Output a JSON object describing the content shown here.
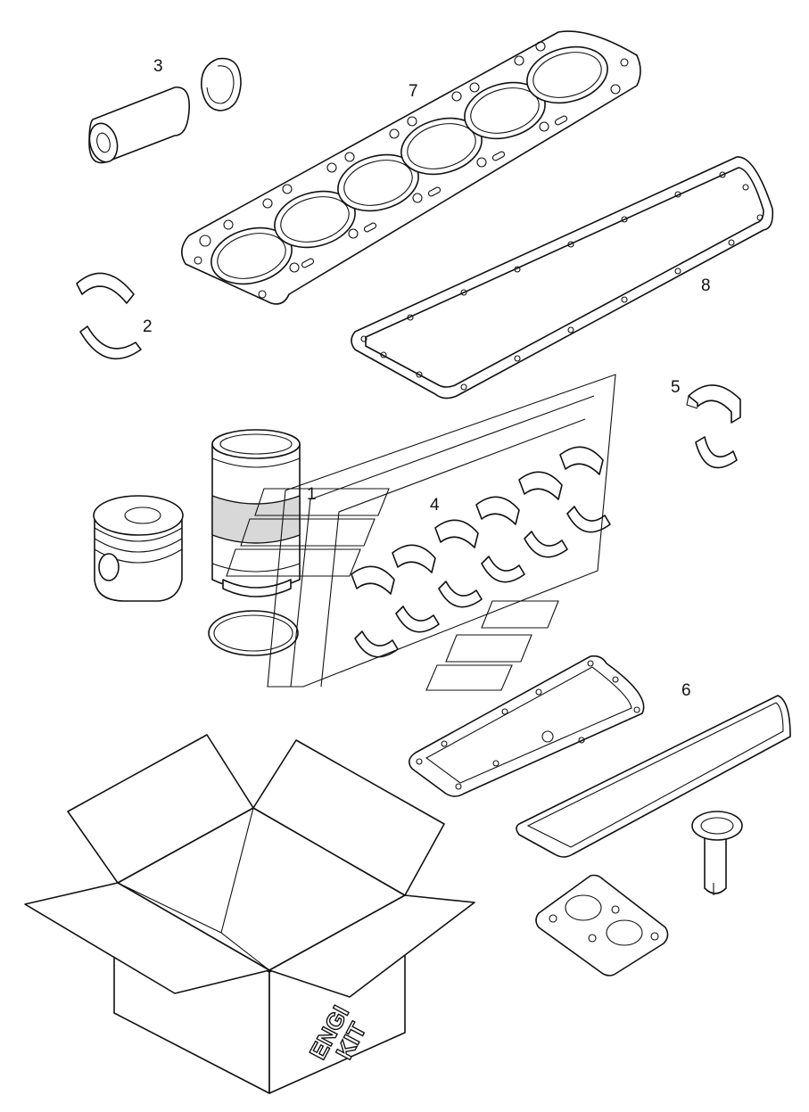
{
  "callouts": [
    {
      "id": "1",
      "text": "1"
    },
    {
      "id": "2",
      "text": "2"
    },
    {
      "id": "3",
      "text": "3"
    },
    {
      "id": "4",
      "text": "4"
    },
    {
      "id": "5",
      "text": "5"
    },
    {
      "id": "6",
      "text": "6"
    },
    {
      "id": "7",
      "text": "7"
    },
    {
      "id": "8",
      "text": "8"
    }
  ],
  "box_text": {
    "line1": "ENGI",
    "line2": "KIT"
  }
}
